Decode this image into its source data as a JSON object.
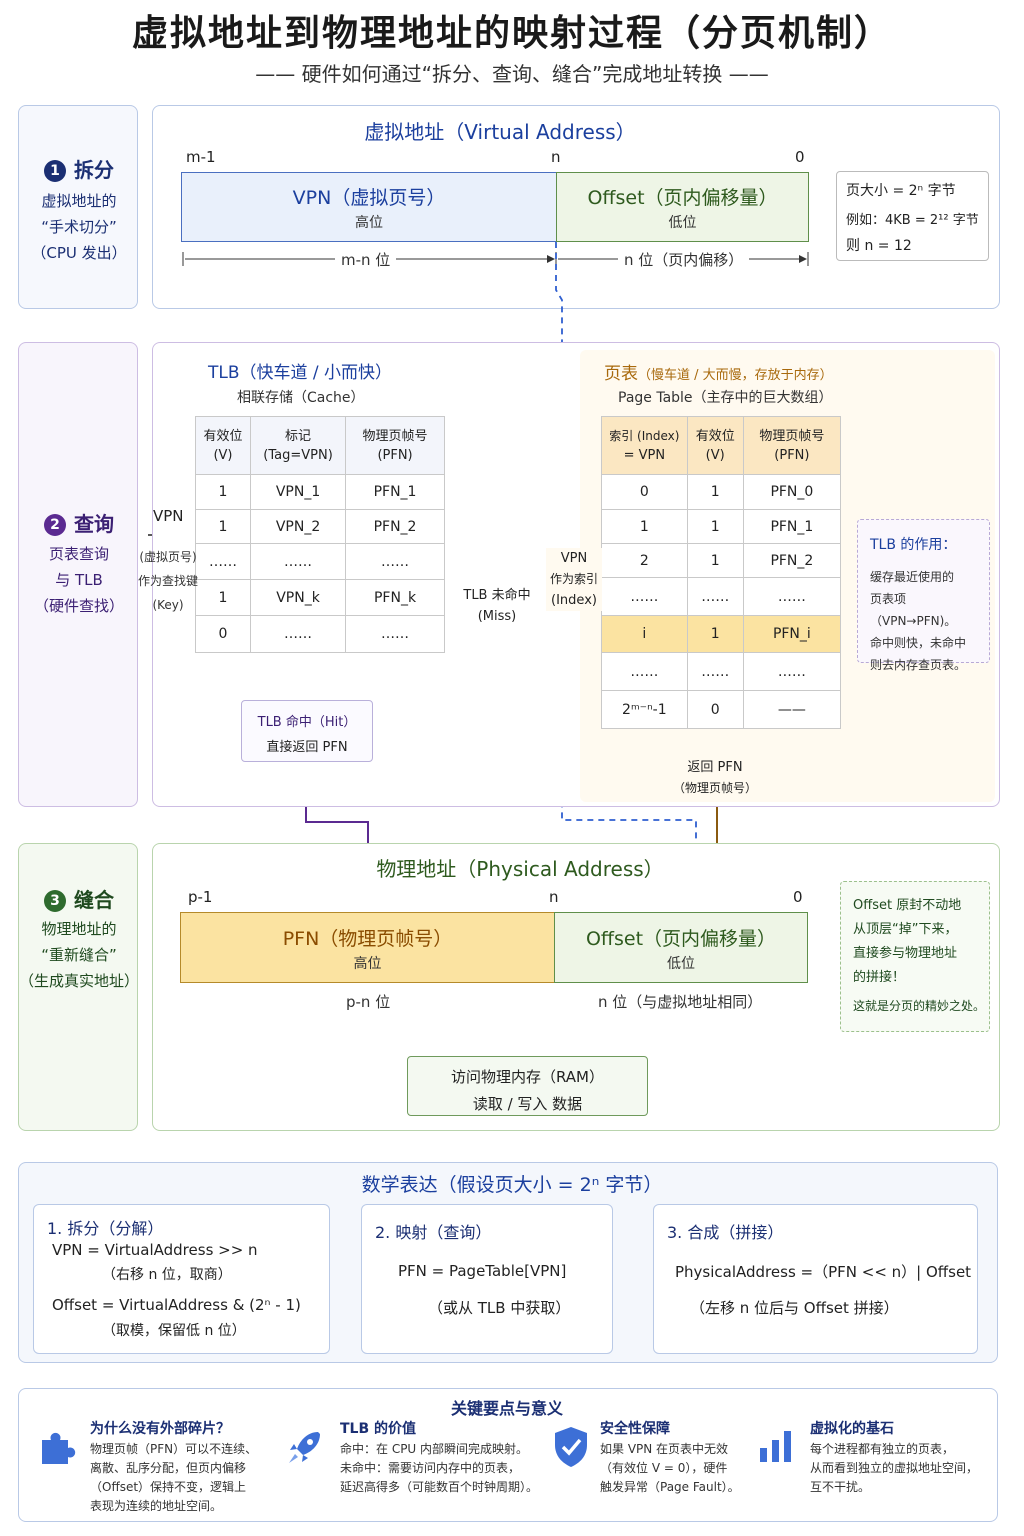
{
  "title": "虚拟地址到物理地址的映射过程（分页机制）",
  "subtitle": "—— 硬件如何通过“拆分、查询、缝合”完成地址转换 ——",
  "steps": [
    {
      "num": "1",
      "title": "拆分",
      "lines": [
        "虚拟地址的",
        "“手术切分”",
        "（CPU 发出）"
      ]
    },
    {
      "num": "2",
      "title": "查询",
      "lines": [
        "页表查询",
        "与 TLB",
        "（硬件查找）"
      ]
    },
    {
      "num": "3",
      "title": "缝合",
      "lines": [
        "物理地址的",
        "“重新缝合”",
        "（生成真实地址）"
      ]
    }
  ],
  "virtual": {
    "title": "虚拟地址（Virtual Address）",
    "bit_high": "m-1",
    "bit_mid": "n",
    "bit_low": "0",
    "vpn_label": "VPN（虚拟页号）",
    "vpn_sub": "高位",
    "offset_label": "Offset（页内偏移量）",
    "offset_sub": "低位",
    "dim_left": "m-n 位",
    "dim_right": "n 位（页内偏移）",
    "page_note": [
      "页大小 = 2ⁿ 字节",
      "例如：4KB = 2¹² 字节",
      "则 n = 12"
    ]
  },
  "tlb": {
    "title": "TLB（快车道 / 小而快）",
    "subtitle": "相联存储（Cache）",
    "headers": [
      [
        "有效位",
        "(V)"
      ],
      [
        "标记",
        "(Tag=VPN)"
      ],
      [
        "物理页帧号",
        "(PFN)"
      ]
    ],
    "rows": [
      [
        "1",
        "VPN_1",
        "PFN_1"
      ],
      [
        "1",
        "VPN_2",
        "PFN_2"
      ],
      [
        "……",
        "……",
        "……"
      ],
      [
        "1",
        "VPN_k",
        "PFN_k"
      ],
      [
        "0",
        "……",
        "……"
      ]
    ],
    "input_label": "VPN",
    "input_notes": [
      "(虚拟页号)",
      "作为查找键",
      "(Key)"
    ],
    "miss_label": [
      "TLB 未命中",
      "(Miss)"
    ],
    "hit_label": [
      "TLB 命中（Hit）",
      "直接返回 PFN"
    ]
  },
  "page_table": {
    "title": "页表",
    "title_note": "（慢车道 / 大而慢，存放于内存）",
    "subtitle": "Page Table（主存中的巨大数组）",
    "headers": [
      [
        "索引 (Index)",
        "= VPN"
      ],
      [
        "有效位",
        "(V)"
      ],
      [
        "物理页帧号",
        "(PFN)"
      ]
    ],
    "rows": [
      [
        "0",
        "1",
        "PFN_0"
      ],
      [
        "1",
        "1",
        "PFN_1"
      ],
      [
        "2",
        "1",
        "PFN_2"
      ],
      [
        "……",
        "……",
        "……"
      ],
      [
        "i",
        "1",
        "PFN_i"
      ],
      [
        "……",
        "……",
        "……"
      ],
      [
        "2ᵐ⁻ⁿ-1",
        "0",
        "——"
      ]
    ],
    "index_label": [
      "VPN",
      "作为索引",
      "(Index)"
    ],
    "return_label": [
      "返回 PFN",
      "（物理页帧号）"
    ],
    "tlb_role_title": "TLB 的作用：",
    "tlb_role_lines": [
      "缓存最近使用的",
      "页表项（VPN→PFN)。",
      "命中则快，未命中",
      "则去内存查页表。"
    ]
  },
  "physical": {
    "title": "物理地址（Physical Address）",
    "bit_high": "p-1",
    "bit_mid": "n",
    "bit_low": "0",
    "pfn_label": "PFN（物理页帧号）",
    "pfn_sub": "高位",
    "offset_label": "Offset（页内偏移量）",
    "offset_sub": "低位",
    "dim_left": "p-n 位",
    "dim_right": "n 位（与虚拟地址相同）",
    "offset_note": [
      "Offset 原封不动地",
      "从顶层“掉”下来，",
      "直接参与物理地址",
      "的拼接！",
      "这就是分页的精妙之处。"
    ],
    "ram_label": [
      "访问物理内存（RAM）",
      "读取 / 写入 数据"
    ]
  },
  "math": {
    "title": "数学表达（假设页大小 = 2ⁿ 字节）",
    "cards": [
      {
        "title": "1. 拆分（分解）",
        "lines": [
          "VPN  =  VirtualAddress   >>   n",
          "（右移 n 位，取商）",
          "Offset  =  VirtualAddress   &   (2ⁿ - 1)",
          "（取模，保留低 n 位）"
        ]
      },
      {
        "title": "2. 映射（查询）",
        "lines": [
          "PFN  =  PageTable[VPN]",
          "（或从 TLB 中获取）"
        ]
      },
      {
        "title": "3. 合成（拼接）",
        "lines": [
          "PhysicalAddress =（PFN  <<  n）|  Offset",
          "（左移 n 位后与 Offset 拼接）"
        ]
      }
    ]
  },
  "key_points": {
    "title": "关键要点与意义",
    "items": [
      {
        "icon": "puzzle-icon",
        "title": "为什么没有外部碎片？",
        "lines": [
          "物理页帧（PFN）可以不连续、",
          "离散、乱序分配，但页内偏移",
          "（Offset）保持不变，逻辑上",
          "表现为连续的地址空间。"
        ]
      },
      {
        "icon": "rocket-icon",
        "title": "TLB 的价值",
        "lines": [
          "命中：在 CPU 内部瞬间完成映射。",
          "未命中：需要访问内存中的页表，",
          "延迟高得多（可能数百个时钟周期）。"
        ]
      },
      {
        "icon": "shield-icon",
        "title": "安全性保障",
        "lines": [
          "如果 VPN 在页表中无效",
          "（有效位 V = 0），硬件",
          "触发异常（Page Fault）。"
        ]
      },
      {
        "icon": "bar-chart-icon",
        "title": "虚拟化的基石",
        "lines": [
          "每个进程都有独立的页表，",
          "从而看到独立的虚拟地址空间，",
          "互不干扰。"
        ]
      }
    ]
  },
  "colors": {
    "navy": "#1b2f73",
    "vpn_fill": "#e9f0fb",
    "offset_fill": "#eef5e6",
    "pfn_fill": "#fbe3a1",
    "purple": "#5b2a91",
    "green": "#2e6b2e",
    "brown": "#8a5a10",
    "dash_blue": "#2f5fd0"
  }
}
